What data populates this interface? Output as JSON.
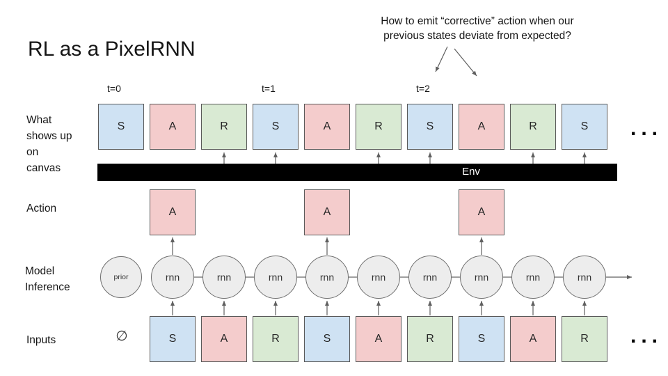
{
  "title": "RL as a PixelRNN",
  "annotation": {
    "line1": "How to emit “corrective” action when our",
    "line2": "previous states deviate from expected?"
  },
  "time_labels": [
    {
      "label": "t=0",
      "col": 0
    },
    {
      "label": "t=1",
      "col": 3
    },
    {
      "label": "t=2",
      "col": 6
    }
  ],
  "row_labels": {
    "canvas_lines": [
      "What",
      "shows up",
      "on",
      "canvas"
    ],
    "action": "Action",
    "model_lines": [
      "Model",
      "Inference"
    ],
    "inputs": "Inputs"
  },
  "env": {
    "label": "Env",
    "arrow_cols": [
      2,
      3,
      5,
      6,
      8,
      9
    ]
  },
  "canvas_row": {
    "cells": [
      {
        "label": "S",
        "type": "state",
        "col": 0
      },
      {
        "label": "A",
        "type": "action",
        "col": 1
      },
      {
        "label": "R",
        "type": "reward",
        "col": 2
      },
      {
        "label": "S",
        "type": "state",
        "col": 3
      },
      {
        "label": "A",
        "type": "action",
        "col": 4
      },
      {
        "label": "R",
        "type": "reward",
        "col": 5
      },
      {
        "label": "S",
        "type": "state",
        "col": 6
      },
      {
        "label": "A",
        "type": "action",
        "col": 7
      },
      {
        "label": "R",
        "type": "reward",
        "col": 8
      },
      {
        "label": "S",
        "type": "state",
        "col": 9
      }
    ],
    "ellipsis": "..."
  },
  "action_row": {
    "cells": [
      {
        "label": "A",
        "type": "action",
        "col": 1
      },
      {
        "label": "A",
        "type": "action",
        "col": 4
      },
      {
        "label": "A",
        "type": "action",
        "col": 7
      }
    ]
  },
  "model_row": {
    "prior": {
      "label": "prior",
      "col": 0
    },
    "nodes": [
      {
        "label": "rnn",
        "col": 1
      },
      {
        "label": "rnn",
        "col": 2
      },
      {
        "label": "rnn",
        "col": 3
      },
      {
        "label": "rnn",
        "col": 4
      },
      {
        "label": "rnn",
        "col": 5
      },
      {
        "label": "rnn",
        "col": 6
      },
      {
        "label": "rnn",
        "col": 7
      },
      {
        "label": "rnn",
        "col": 8
      },
      {
        "label": "rnn",
        "col": 9
      }
    ]
  },
  "inputs_row": {
    "empty_symbol": "∅",
    "cells": [
      {
        "label": "S",
        "type": "state",
        "col": 1
      },
      {
        "label": "A",
        "type": "action",
        "col": 2
      },
      {
        "label": "R",
        "type": "reward",
        "col": 3
      },
      {
        "label": "S",
        "type": "state",
        "col": 4
      },
      {
        "label": "A",
        "type": "action",
        "col": 5
      },
      {
        "label": "R",
        "type": "reward",
        "col": 6
      },
      {
        "label": "S",
        "type": "state",
        "col": 7
      },
      {
        "label": "A",
        "type": "action",
        "col": 8
      },
      {
        "label": "R",
        "type": "reward",
        "col": 9
      }
    ],
    "ellipsis": "..."
  },
  "colors": {
    "state_fill": "#cfe2f3",
    "action_fill": "#f4cccc",
    "reward_fill": "#d9ead3",
    "node_fill": "#ededed",
    "env_bar": "#000000",
    "square_border": "#595959",
    "arrow": "#5f5f5f"
  }
}
